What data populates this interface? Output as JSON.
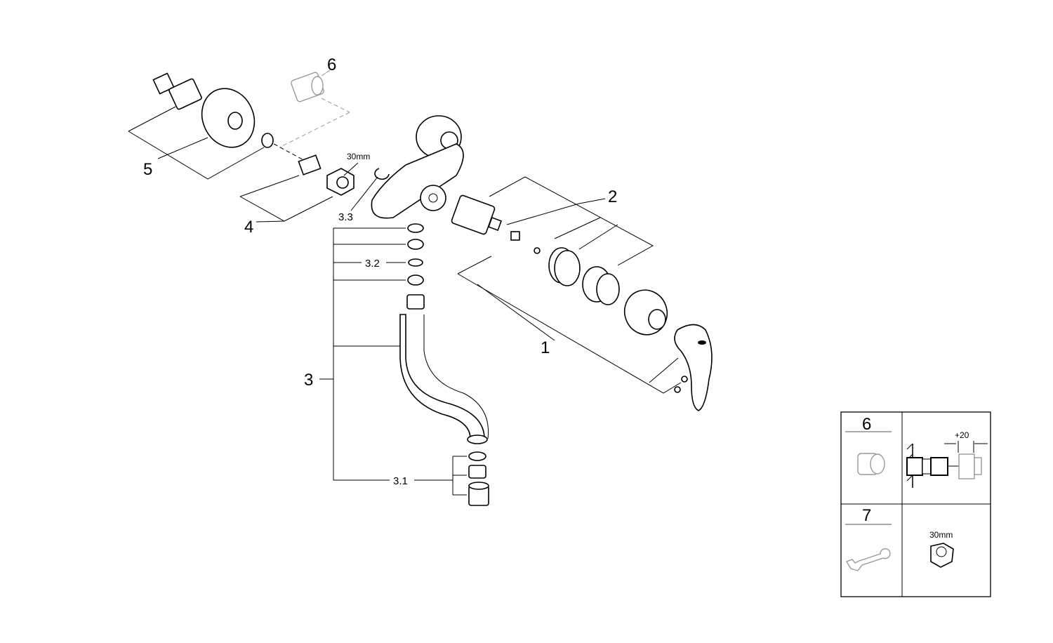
{
  "labels": {
    "p1": "1",
    "p2": "2",
    "p3": "3",
    "p3_1": "3.1",
    "p3_2": "3.2",
    "p3_3": "3.3",
    "p4": "4",
    "p5": "5",
    "p6": "6",
    "nut_size": "30mm"
  },
  "legend": {
    "row1_number": "6",
    "row1_dimension": "+20",
    "row2_number": "7",
    "row2_nut_size": "30mm"
  }
}
